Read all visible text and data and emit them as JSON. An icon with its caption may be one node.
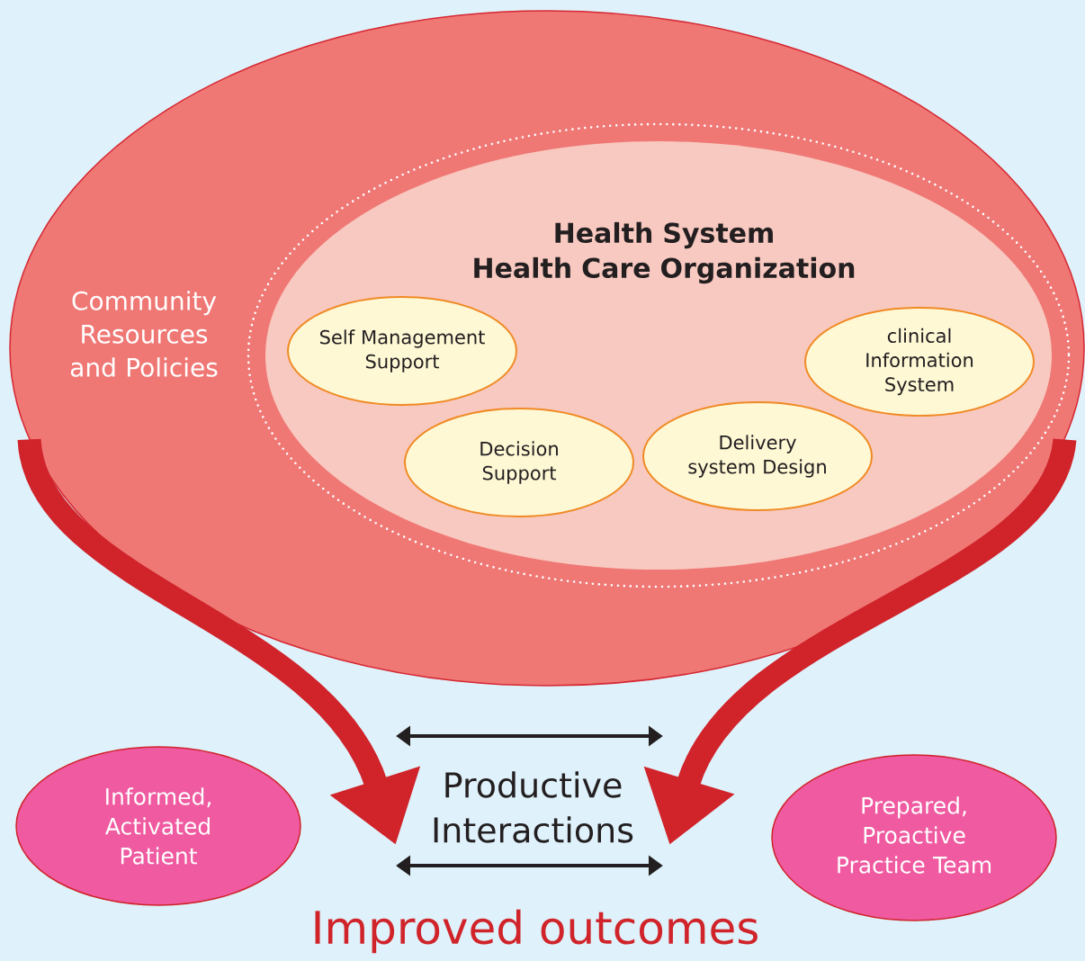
{
  "diagram": {
    "nodes": [
      {
        "text": [
          "Community Resources and Policies"
        ]
      },
      {
        "text": [
          "Health System",
          "Health Care Organization"
        ],
        "in": 0
      },
      {
        "text": [
          "Self Management Support"
        ],
        "in": 1
      },
      {
        "text": [
          "clinical Information System"
        ],
        "in": 1
      },
      {
        "text": [
          "Delivery system Design"
        ],
        "in": 1
      },
      {
        "text": [
          "Decision Support"
        ],
        "in": 1
      },
      {
        "text": [
          "Informed, Activated Patient"
        ]
      },
      {
        "text": [
          "Productive Interactions"
        ]
      },
      {
        "text": [
          "Prepared, Proactive Practice Team"
        ]
      }
    ],
    "edges": [
      {
        "from": 0,
        "to": 7,
        "arrow": "to"
      },
      {
        "from": 0,
        "to": 7,
        "arrow": "to"
      }
    ],
    "labels": [
      "Improved outcomes"
    ]
  }
}
